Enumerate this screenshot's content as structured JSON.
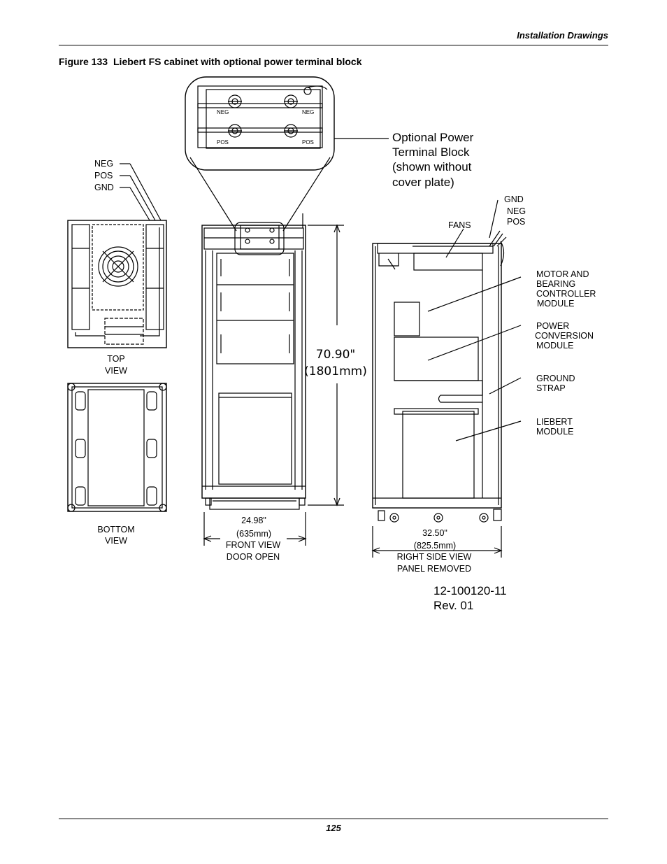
{
  "header": {
    "section": "Installation Drawings"
  },
  "figure": {
    "number": "Figure 133",
    "title": "Liebert FS cabinet with optional power terminal block"
  },
  "terminal_block": {
    "label_lines": [
      "Optional Power",
      "Terminal Block",
      "(shown without",
      "cover plate)"
    ],
    "neg": "NEG",
    "pos": "POS"
  },
  "top_view": {
    "wire_labels": [
      "NEG",
      "POS",
      "GND"
    ],
    "caption_lines": [
      "TOP",
      "VIEW"
    ]
  },
  "bottom_view": {
    "caption_lines": [
      "BOTTOM",
      "VIEW"
    ]
  },
  "front_view": {
    "height_dim_in": "70.90\"",
    "height_dim_mm": "(1801mm)",
    "width_dim_lines": [
      "24.98\"",
      "(635mm)"
    ],
    "caption_lines": [
      "FRONT VIEW",
      "DOOR OPEN"
    ]
  },
  "side_view": {
    "wire_labels": [
      "GND",
      "NEG",
      "POS"
    ],
    "fans": "FANS",
    "callouts": [
      {
        "lines": [
          "MOTOR AND",
          "BEARING",
          "CONTROLLER",
          "MODULE"
        ]
      },
      {
        "lines": [
          "POWER",
          "CONVERSION",
          "MODULE"
        ]
      },
      {
        "lines": [
          "GROUND",
          "STRAP"
        ]
      },
      {
        "lines": [
          "LIEBERT",
          "MODULE"
        ]
      }
    ],
    "width_dim_lines": [
      "32.50\"",
      "(825.5mm)"
    ],
    "caption_lines": [
      "RIGHT SIDE VIEW",
      "PANEL REMOVED"
    ]
  },
  "drawing_number": {
    "lines": [
      "12-100120-11",
      "Rev. 01"
    ]
  },
  "page_number": "125"
}
